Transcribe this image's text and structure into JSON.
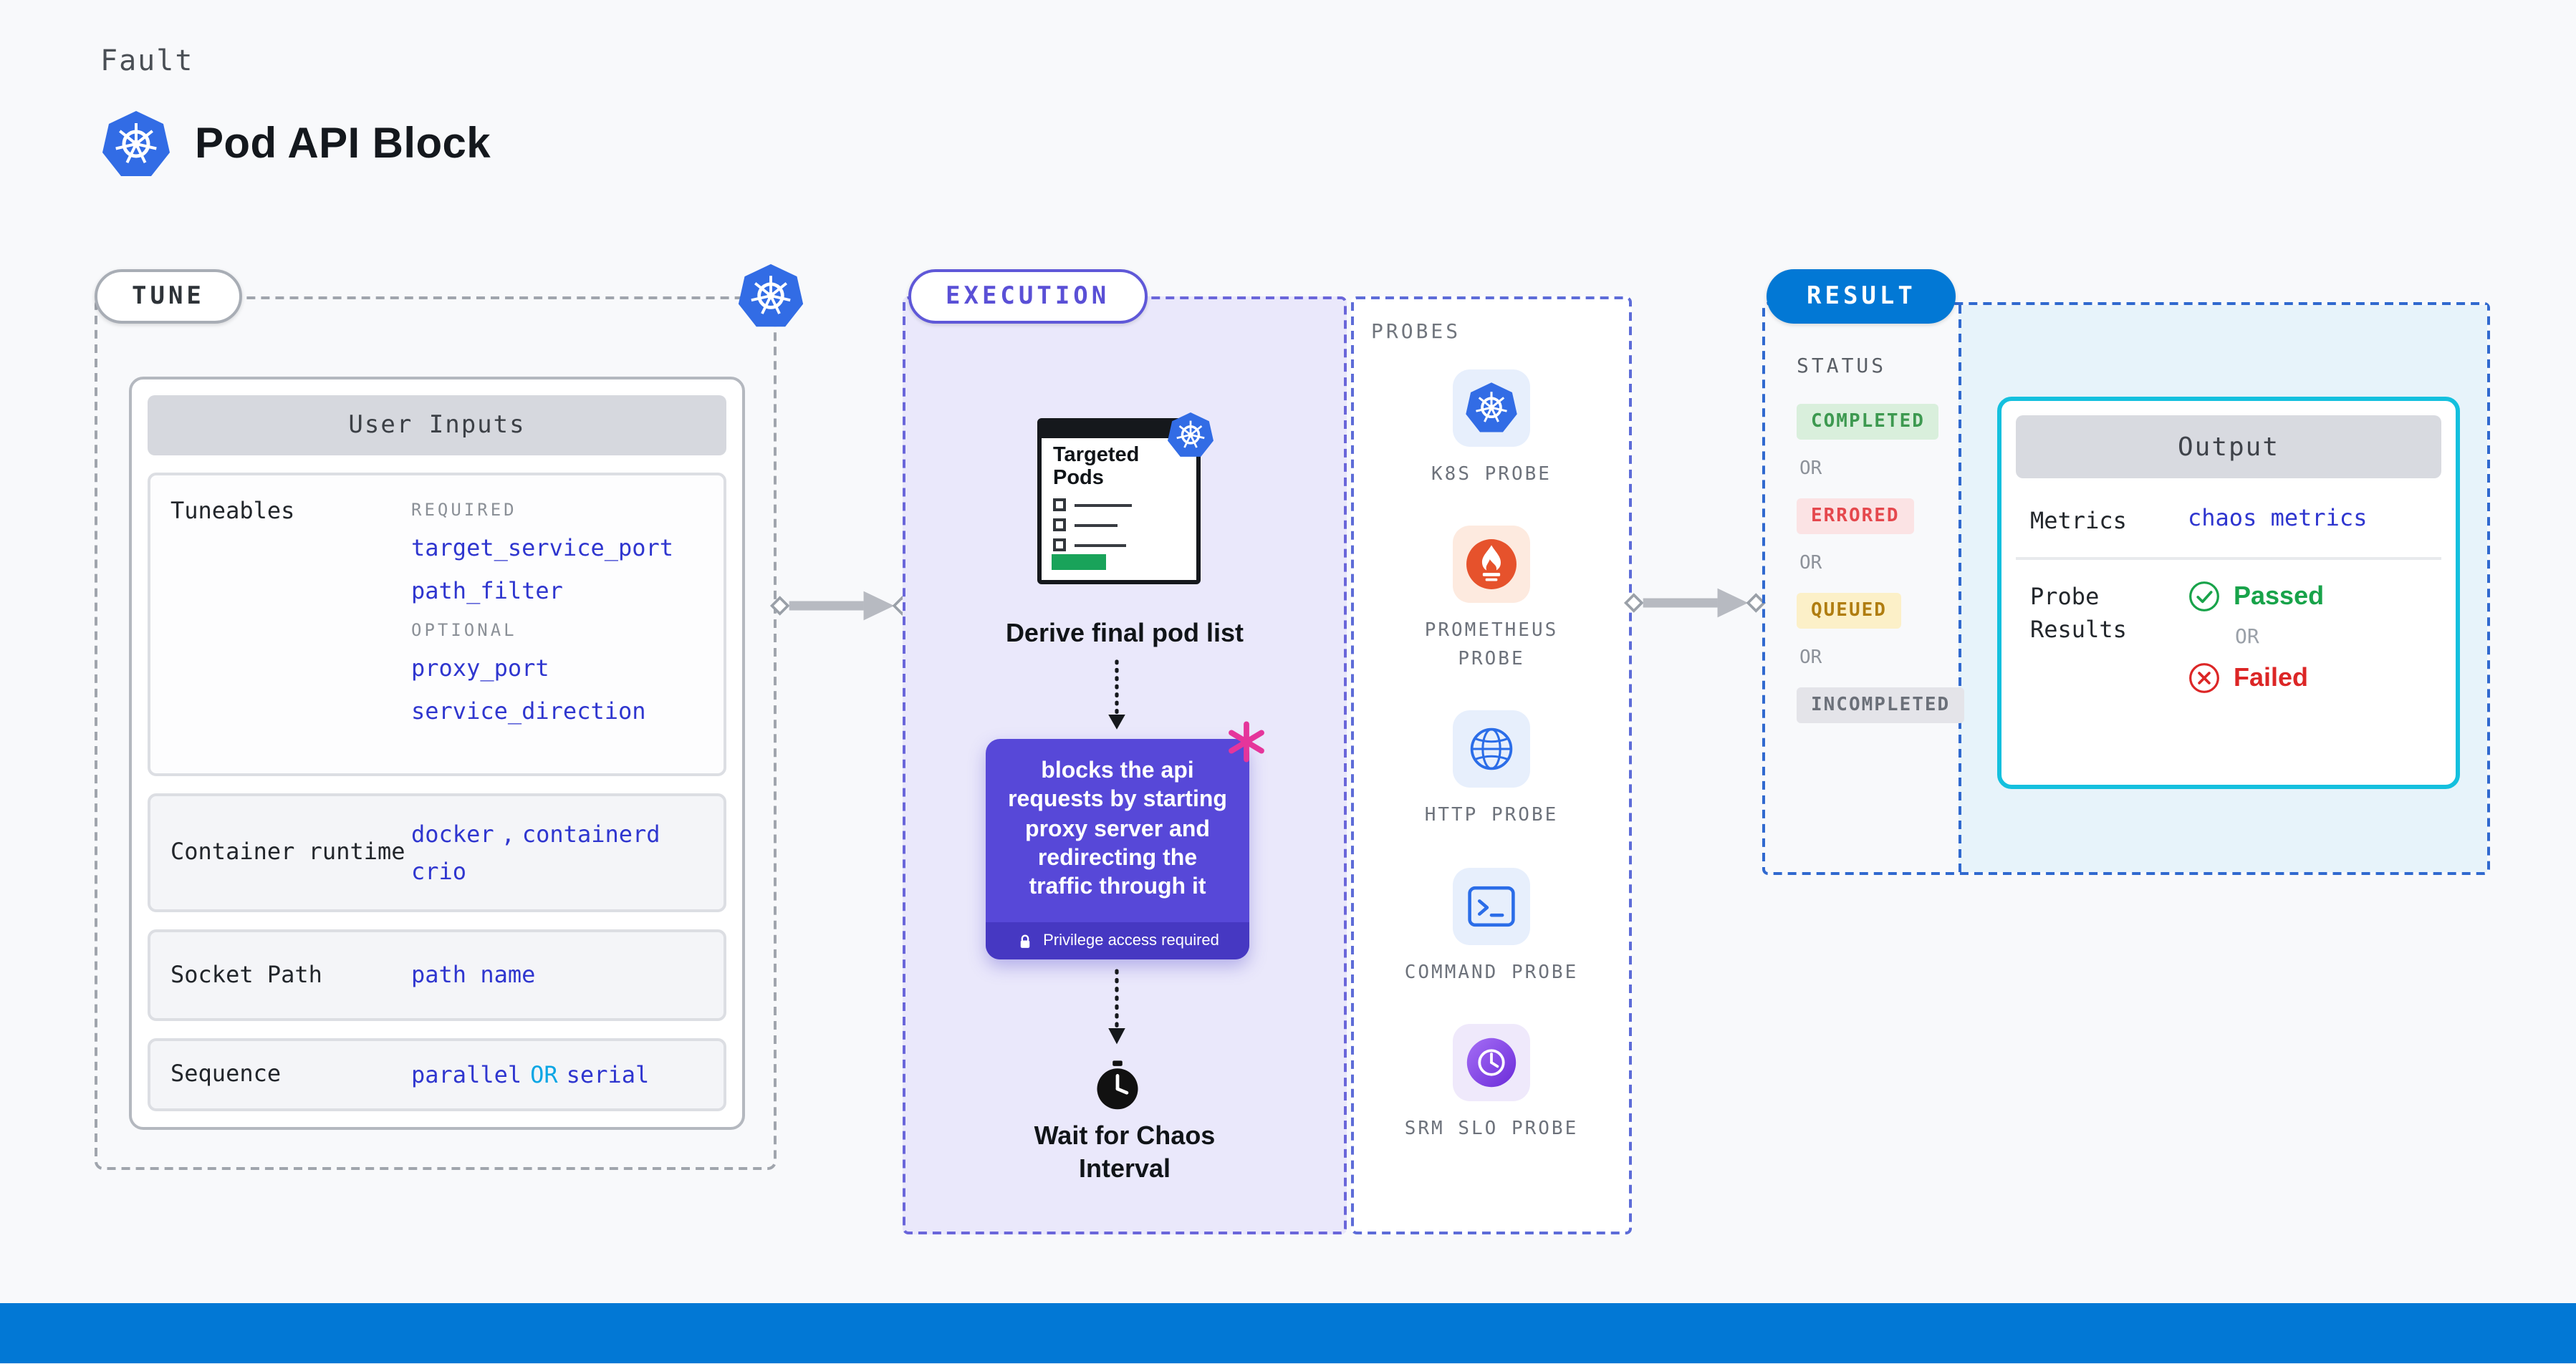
{
  "page": {
    "kicker": "Fault",
    "title": "Pod API Block"
  },
  "colors": {
    "kubernetes_blue": "#326ce5",
    "harness_blue": "#0278d5",
    "execution_purple": "#5748d8",
    "value_blue": "#2f36cf",
    "or_cyan": "#0aa6e4",
    "passed_green": "#18a34a",
    "failed_red": "#dc2626",
    "chaos_pink": "#e5359b",
    "output_border_cyan": "#14c0de"
  },
  "tune": {
    "pill": "TUNE",
    "card": {
      "title": "User Inputs",
      "tuneables": {
        "label": "Tuneables",
        "required_label": "REQUIRED",
        "required": [
          "target_service_port",
          "path_filter"
        ],
        "optional_label": "OPTIONAL",
        "optional": [
          "proxy_port",
          "service_direction"
        ]
      },
      "container_runtime": {
        "label": "Container runtime",
        "values": [
          "docker",
          "containerd",
          "crio"
        ],
        "separator": ","
      },
      "socket_path": {
        "label": "Socket Path",
        "value": "path name"
      },
      "sequence": {
        "label": "Sequence",
        "option_1": "parallel",
        "or": "OR",
        "option_2": "serial"
      }
    }
  },
  "execution": {
    "pill": "EXECUTION",
    "targeted_pods": {
      "title": "Targeted Pods",
      "caption": "Derive final pod list"
    },
    "action": {
      "text": "blocks the api requests by starting proxy server and redirecting the traffic through it",
      "privilege_note": "Privilege access required"
    },
    "wait_caption": "Wait for Chaos Interval"
  },
  "probes": {
    "label": "PROBES",
    "items": [
      {
        "label": "K8S PROBE",
        "icon": "kubernetes-icon"
      },
      {
        "label": "PROMETHEUS PROBE",
        "icon": "prometheus-icon"
      },
      {
        "label": "HTTP PROBE",
        "icon": "globe-icon"
      },
      {
        "label": "COMMAND PROBE",
        "icon": "terminal-icon"
      },
      {
        "label": "SRM SLO PROBE",
        "icon": "clock-gauge-icon"
      }
    ]
  },
  "result": {
    "pill": "RESULT",
    "status": {
      "label": "STATUS",
      "or": "OR",
      "items": [
        {
          "label": "COMPLETED",
          "fg": "#3d9950",
          "bg": "#d9efdc"
        },
        {
          "label": "ERRORED",
          "fg": "#e5484d",
          "bg": "#fbe3e4"
        },
        {
          "label": "QUEUED",
          "fg": "#b07d10",
          "bg": "#fcf0c8"
        },
        {
          "label": "INCOMPLETED",
          "fg": "#6b7079",
          "bg": "#e4e4e9"
        }
      ]
    },
    "output": {
      "title": "Output",
      "metrics_label": "Metrics",
      "metrics_value": "chaos metrics",
      "probe_results_label": "Probe Results",
      "passed": "Passed",
      "or": "OR",
      "failed": "Failed"
    }
  }
}
